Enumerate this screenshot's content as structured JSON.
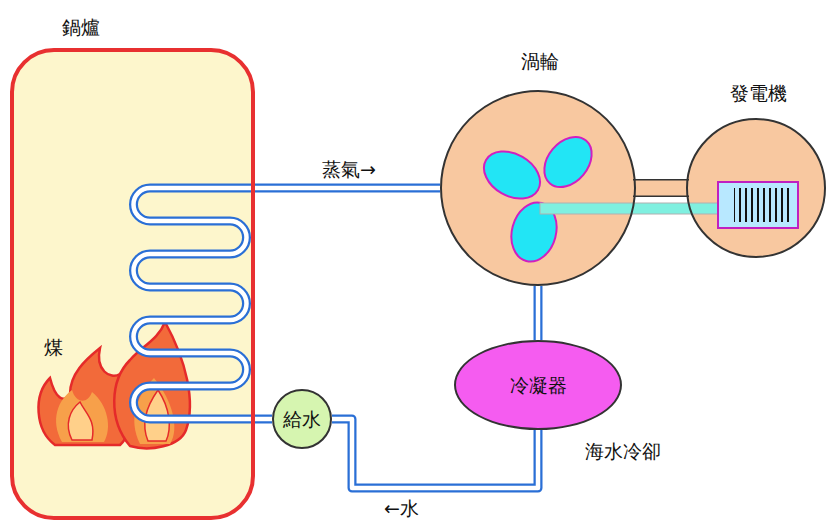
{
  "diagram": {
    "nodes": [
      {
        "text": [
          "鍋爐",
          "煤"
        ]
      },
      {
        "text": [
          "渦輪"
        ]
      },
      {
        "text": [
          "發電機"
        ]
      },
      {
        "text": [
          "冷凝器"
        ]
      },
      {
        "text": [
          "給水"
        ]
      }
    ],
    "edges": [
      {
        "from": 0,
        "to": 1,
        "arrow": "none",
        "label": "蒸氣→"
      },
      {
        "from": 1,
        "to": 2,
        "arrow": "none"
      },
      {
        "from": 1,
        "to": 3,
        "arrow": "none"
      },
      {
        "from": 3,
        "to": 4,
        "arrow": "none",
        "label": "←水"
      },
      {
        "from": 4,
        "to": 0,
        "arrow": "none"
      }
    ],
    "labels": [
      "海水冷卻"
    ]
  }
}
